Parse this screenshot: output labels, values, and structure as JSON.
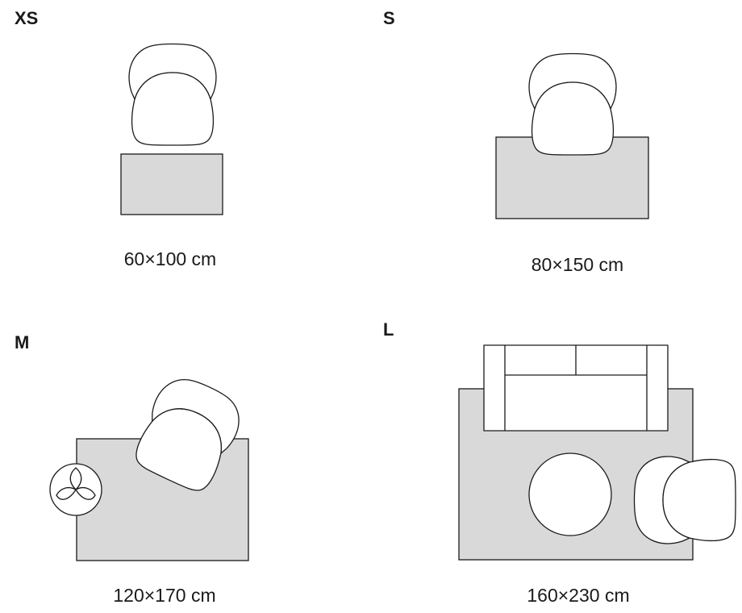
{
  "panels": {
    "xs": {
      "size": "XS",
      "dimensions": "60×100 cm"
    },
    "s": {
      "size": "S",
      "dimensions": "80×150 cm"
    },
    "m": {
      "size": "M",
      "dimensions": "120×170 cm"
    },
    "l": {
      "size": "L",
      "dimensions": "160×230 cm"
    }
  },
  "colors": {
    "rug": "#d9d9d9",
    "line": "#1a1a1a",
    "background": "#ffffff"
  },
  "icons": [
    "armchair-icon",
    "sofa-icon",
    "round-table-icon",
    "plant-pot-icon"
  ]
}
